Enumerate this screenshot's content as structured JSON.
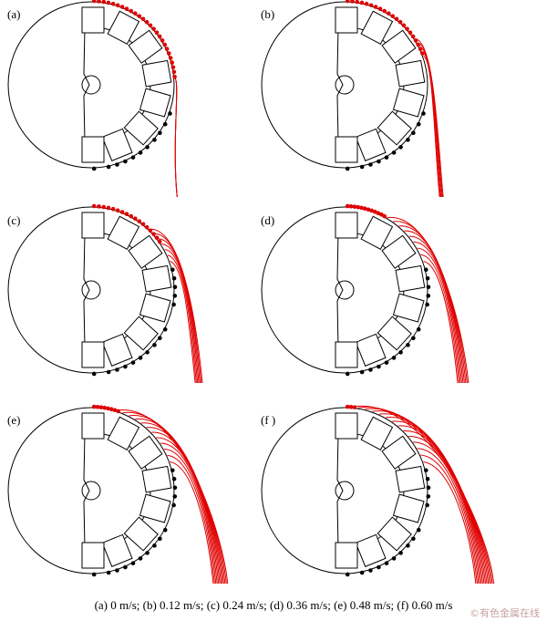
{
  "figure": {
    "panels": [
      {
        "label": "(a)",
        "spread": 0
      },
      {
        "label": "(b)",
        "spread": 0.12
      },
      {
        "label": "(c)",
        "spread": 0.24
      },
      {
        "label": "(d)",
        "spread": 0.36
      },
      {
        "label": "(e)",
        "spread": 0.48
      },
      {
        "label": "(f )",
        "spread": 0.6
      }
    ],
    "colors": {
      "particle_red": "#e00000",
      "particle_black": "#000000",
      "line": "#000000"
    }
  },
  "caption": "(a) 0 m/s; (b) 0.12 m/s; (c) 0.24 m/s; (d) 0.36 m/s; (e) 0.48 m/s; (f) 0.60 m/s",
  "watermark": "©有色金属在线"
}
